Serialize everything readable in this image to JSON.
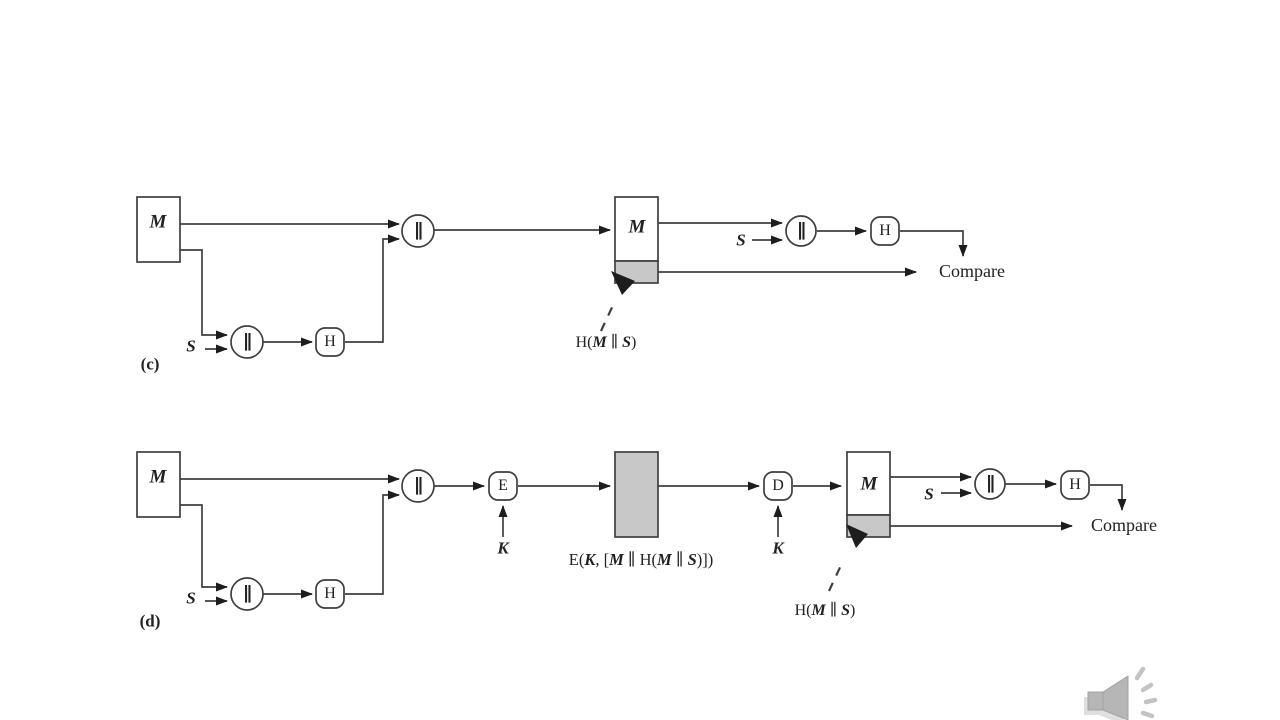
{
  "colors": {
    "background": "#ffffff",
    "line": "#3f3f3f",
    "arrowhead": "#1d1d1d",
    "shaded_fill": "#c8c8c8",
    "node_fill": "#ffffff",
    "speaker_gray": "#b6b6b6",
    "speaker_shadow": "#dfdfdf",
    "wave_gray": "#c3c3c3"
  },
  "figure": {
    "part_c": {
      "label": "(c)",
      "message_block": "M",
      "salt_input": "S",
      "concat_lower": "∥",
      "hash_lower": "H",
      "concat_main": "∥",
      "received_block": "M",
      "salt_verify": "S",
      "concat_verify": "∥",
      "hash_verify": "H",
      "compare": "Compare",
      "hash_annotation": {
        "h": "H(",
        "m": "M",
        "cat": " ∥ ",
        "s": "S",
        "close": ")"
      }
    },
    "part_d": {
      "label": "(d)",
      "message_block": "M",
      "salt_input": "S",
      "concat_lower": "∥",
      "hash_lower": "H",
      "concat_main": "∥",
      "encrypt": "E",
      "key_encrypt": "K",
      "cipher_annotation": {
        "e": "E(",
        "k": "K",
        "mid1": ", [",
        "m1": "M",
        "mid2": " ∥ H(",
        "m2": "M",
        "cat": " ∥ ",
        "s": "S",
        "close": ")])"
      },
      "decrypt": "D",
      "key_decrypt": "K",
      "received_block": "M",
      "salt_verify": "S",
      "concat_verify": "∥",
      "hash_verify": "H",
      "compare": "Compare",
      "hash_annotation": {
        "h": "H(",
        "m": "M",
        "cat": " ∥ ",
        "s": "S",
        "close": ")"
      }
    },
    "audio_indicator_icon": "speaker-icon"
  }
}
